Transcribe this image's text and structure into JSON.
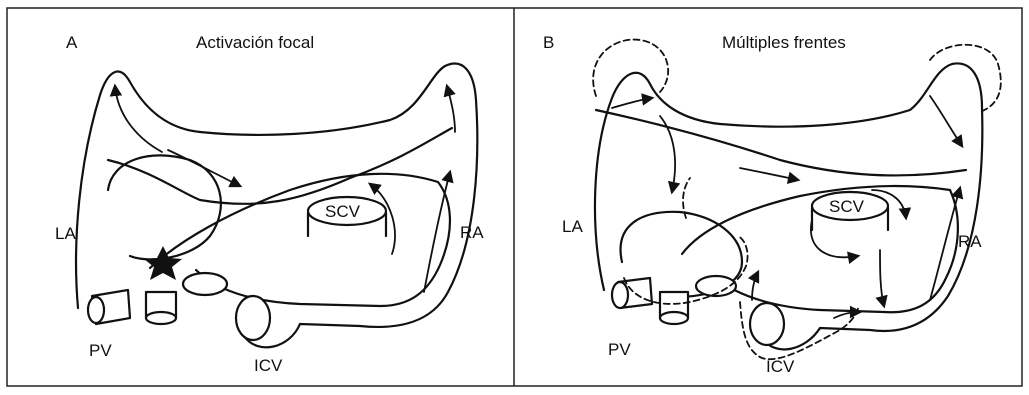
{
  "panels": [
    {
      "letter": "A",
      "title": "Activación focal",
      "labels": {
        "la": "LA",
        "ra": "RA",
        "pv": "PV",
        "scv": "SCV",
        "icv": "ICV"
      }
    },
    {
      "letter": "B",
      "title": "Múltiples frentes",
      "labels": {
        "la": "LA",
        "ra": "RA",
        "pv": "PV",
        "scv": "SCV",
        "icv": "ICV"
      }
    }
  ],
  "colors": {
    "line": "#111111",
    "frame": "#222222",
    "background": "#ffffff"
  },
  "icons": {
    "focus": "star-icon"
  }
}
